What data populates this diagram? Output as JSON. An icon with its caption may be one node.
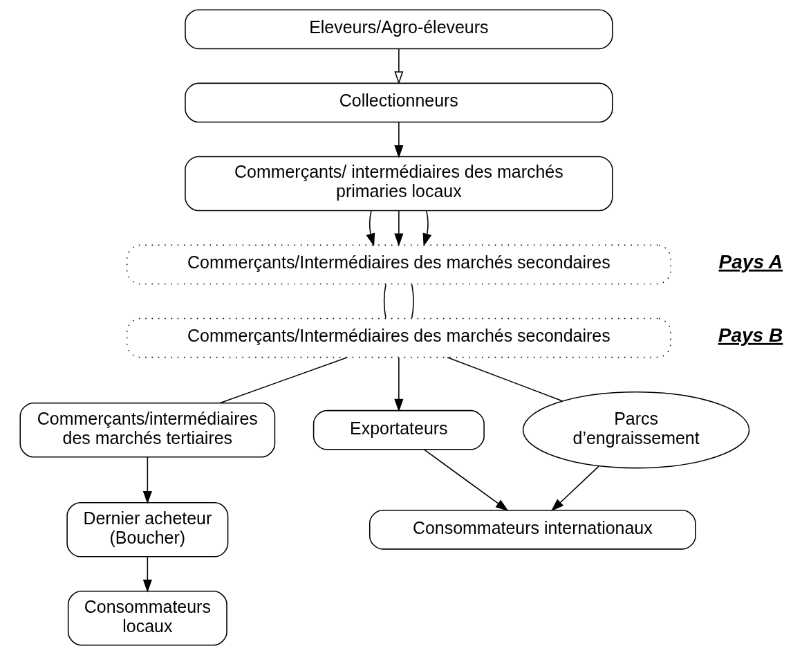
{
  "diagram": {
    "nodes": [
      {
        "text": [
          "Eleveurs/Agro-éleveurs"
        ]
      },
      {
        "text": [
          "Collectionneurs"
        ]
      },
      {
        "text": [
          "Commerçants/ intermédiaires des marchés primaries locaux"
        ]
      },
      {
        "text": [
          "Commerçants/Intermédiaires des marchés secondaires"
        ]
      },
      {
        "text": [
          "Commerçants/Intermédiaires des marchés secondaires"
        ]
      },
      {
        "text": [
          "Commerçants/intermédiaires des marchés tertiaires"
        ]
      },
      {
        "text": [
          "Exportateurs"
        ]
      },
      {
        "text": [
          "Dernier acheteur (Boucher)"
        ]
      },
      {
        "text": [
          "Parcs d’engraissement"
        ]
      },
      {
        "text": [
          "Consommateurs locaux"
        ]
      },
      {
        "text": [
          "Consommateurs internationaux"
        ]
      }
    ],
    "edges": [
      {
        "from": 0,
        "to": 1,
        "arrow": "to"
      },
      {
        "from": 1,
        "to": 2,
        "arrow": "to"
      },
      {
        "from": 2,
        "to": 3,
        "arrow": "to"
      },
      {
        "from": 2,
        "to": 3,
        "arrow": "to"
      },
      {
        "from": 2,
        "to": 3,
        "arrow": "to"
      },
      {
        "from": 3,
        "to": 4,
        "arrow": "none"
      },
      {
        "from": 3,
        "to": 4,
        "arrow": "none"
      },
      {
        "from": 4,
        "to": 5,
        "arrow": "none"
      },
      {
        "from": 4,
        "to": 8,
        "arrow": "none"
      },
      {
        "from": 4,
        "to": 6,
        "arrow": "to"
      },
      {
        "from": 5,
        "to": 7,
        "arrow": "to"
      },
      {
        "from": 8,
        "to": 10,
        "arrow": "to"
      },
      {
        "from": 6,
        "to": 10,
        "arrow": "to"
      },
      {
        "from": 7,
        "to": 9,
        "arrow": "to"
      }
    ],
    "labels": [
      "Pays A",
      "Pays B"
    ]
  }
}
